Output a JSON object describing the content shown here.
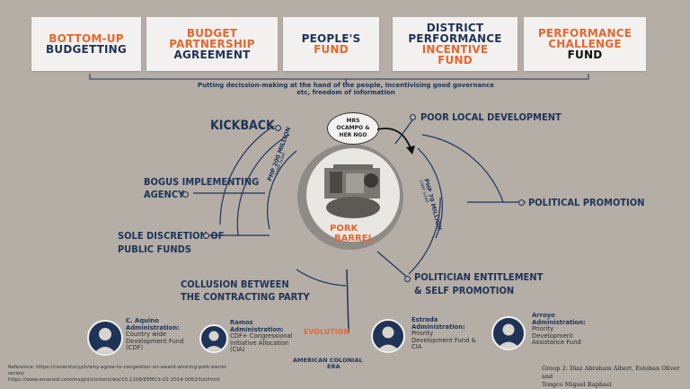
{
  "boxes": [
    {
      "line1": "BOTTOM-UP",
      "line2": "BUDGETTING"
    },
    {
      "line1": "BUDGET",
      "line2": "PARTNERSHIP",
      "line3": "AGREEMENT"
    },
    {
      "line1": "PEOPLE'S",
      "line2": "FUND"
    },
    {
      "line1": "DISTRICT",
      "line2": "PERFORMANCE",
      "line3": "INCENTIVE",
      "line4": "FUND"
    },
    {
      "line1": "PERFORMANCE",
      "line2": "CHALLENGE",
      "line3": "FUND"
    }
  ],
  "subtitle": "Putting decission-making at the hand of the people, Incentivising good governance etc, freedom of information",
  "speech_bubble": "MRS OCAMPO & HER NGO",
  "center": {
    "line1": "PORK",
    "line2": "BARREL"
  },
  "arc_left": "PHP 200 MILLION",
  "arc_left_small": "LUMP SUMP",
  "arc_right": "PHP 70 MILLION",
  "arc_right_small": "LUMP SUMP",
  "issues": {
    "kickback": "KICKBACK",
    "poor_dev": "POOR LOCAL DEVELOPMENT",
    "bogus_1": "BOGUS IMPLEMENTING",
    "bogus_2": "AGENCY",
    "political": "POLITICAL PROMOTION",
    "sole_1": "SOLE DISCRETION OF",
    "sole_2": "PUBLIC FUNDS",
    "collusion_1": "COLLUSION BETWEEN",
    "collusion_2": "THE CONTRACTING PARTY",
    "entitle_1": "POLITICIAN ENTITLEMENT",
    "entitle_2": "& SELF PROMOTION"
  },
  "evolution": "EVOLUTION",
  "era_1": "AMERICAN COLONIAL",
  "era_2": "ERA",
  "admins": [
    {
      "name_1": "C. Aquino",
      "name_2": "Administration:",
      "desc_1": "Country wide",
      "desc_2": "Development Fund",
      "desc_3": "(CDF)"
    },
    {
      "name_1": "Ramos",
      "name_2": "Administration:",
      "desc_1": "CDF+ Congressional",
      "desc_2": "Initiative Allocation",
      "desc_3": "(CIA)"
    },
    {
      "name_1": "Estrada",
      "name_2": "Administration:",
      "desc_1": "Priority",
      "desc_2": "Development Fund &",
      "desc_3": "CIA"
    },
    {
      "name_1": "Arroyo",
      "name_2": "Administration:",
      "desc_1": "Priority",
      "desc_2": "Development",
      "desc_3": "Assistance Fund"
    }
  ],
  "reference_1": "Reference: https://coverstory.ph/why-agree-to-congestion-on-award-winning-pork-barrel-",
  "reference_2": "series/",
  "reference_3": "https://www.emerald.com/insight/content/doi/10.1108/EEMCS-02-2014-0062/full/html",
  "group_1": "Group 2: Diaz Abraham Albert, Esteban Oliver and",
  "group_2": "Tongco Miguel Raphael",
  "colors": {
    "accent": "#e8662e",
    "navy": "#1f3357",
    "background": "#b4aea7",
    "box": "#f3f1ef"
  }
}
